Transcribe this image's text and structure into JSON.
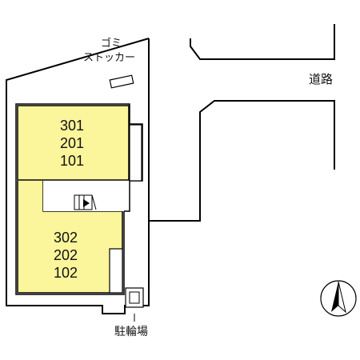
{
  "labels": {
    "garbage_line1": "ゴミ",
    "garbage_line2": "ストッカー",
    "road": "道路",
    "bicycle_parking": "駐輪場"
  },
  "units": {
    "upper": [
      "301",
      "201",
      "101"
    ],
    "lower": [
      "302",
      "202",
      "102"
    ]
  },
  "compass": {
    "icon": "north-arrow-icon"
  },
  "colors": {
    "unit_fill": "#fbf59b",
    "line": "#000000",
    "background": "#ffffff"
  }
}
